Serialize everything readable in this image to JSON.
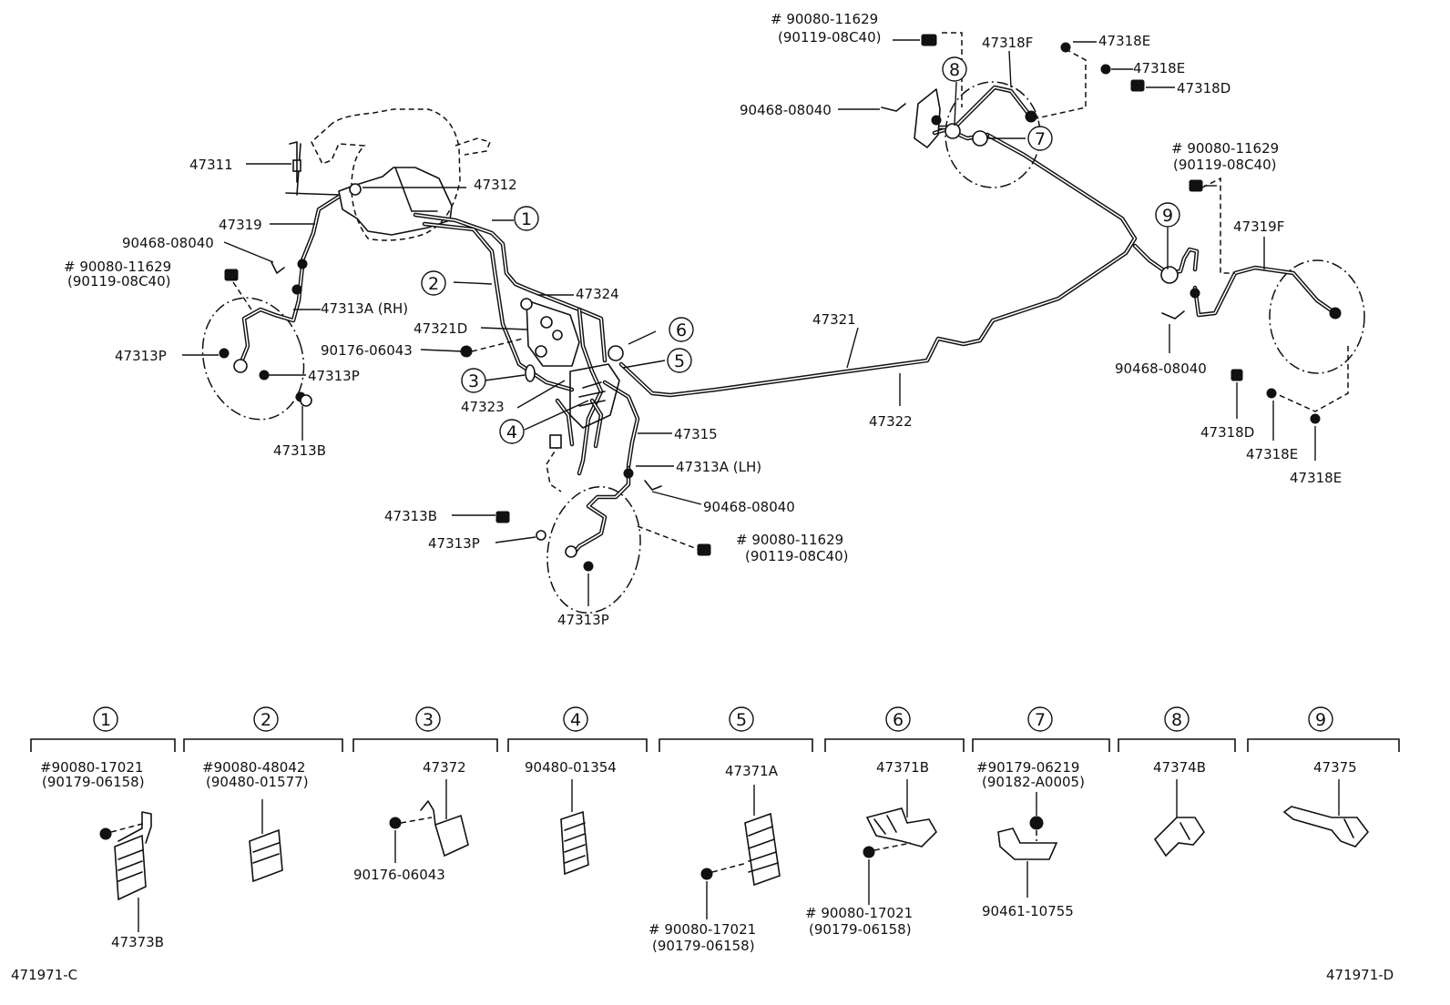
{
  "labels": {
    "p47311": "47311",
    "p47312": "47312",
    "p47319": "47319",
    "clip_rh": "90468-08040",
    "bolt_rh_1": "# 90080-11629",
    "bolt_rh_2": "(90119-08C40)",
    "hose_rh": "47313A (RH)",
    "gasket_rh_a": "47313P",
    "gasket_rh_b": "47313P",
    "bolt_union_rh": "47313B",
    "p47324": "47324",
    "p47321D": "47321D",
    "screw_center": "90176-06043",
    "p47323": "47323",
    "p47315": "47315",
    "hose_lh": "47313A (LH)",
    "clip_lh": "90468-08040",
    "bolt_union_lh": "47313B",
    "gasket_lh_a": "47313P",
    "gasket_lh_b": "47313P",
    "bolt_lh_1": "# 90080-11629",
    "bolt_lh_2": "(90119-08C40)",
    "p47321": "47321",
    "p47322": "47322",
    "bolt_rear_top_1": "# 90080-11629",
    "bolt_rear_top_2": "(90119-08C40)",
    "p47318F": "47318F",
    "p47318E_a": "47318E",
    "p47318E_b": "47318E",
    "p47318D_a": "47318D",
    "clip_rear_top": "90468-08040",
    "bolt_rear_right_1": "# 90080-11629",
    "bolt_rear_right_2": "(90119-08C40)",
    "p47319F": "47319F",
    "clip_rear_right": "90468-08040",
    "p47318D_b": "47318D",
    "p47318E_c": "47318E",
    "p47318E_d": "47318E"
  },
  "callouts": [
    "1",
    "2",
    "3",
    "4",
    "5",
    "6",
    "7",
    "8",
    "9"
  ],
  "details": {
    "d1": {
      "number": "1",
      "line1": "#90080-17021",
      "line2": "(90179-06158)",
      "bottom": "47373B"
    },
    "d2": {
      "number": "2",
      "line1": "#90080-48042",
      "line2": "(90480-01577)"
    },
    "d3": {
      "number": "3",
      "part": "47372",
      "screw": "90176-06043"
    },
    "d4": {
      "number": "4",
      "part": "90480-01354"
    },
    "d5": {
      "number": "5",
      "part": "47371A",
      "bolt1": "# 90080-17021",
      "bolt2": "(90179-06158)"
    },
    "d6": {
      "number": "6",
      "part": "47371B",
      "bolt1": "# 90080-17021",
      "bolt2": "(90179-06158)"
    },
    "d7": {
      "number": "7",
      "line1": "#90179-06219",
      "line2": "(90182-A0005)",
      "bottom": "90461-10755"
    },
    "d8": {
      "number": "8",
      "part": "47374B"
    },
    "d9": {
      "number": "9",
      "part": "47375"
    }
  },
  "footer": {
    "left": "471971-C",
    "right": "471971-D"
  }
}
